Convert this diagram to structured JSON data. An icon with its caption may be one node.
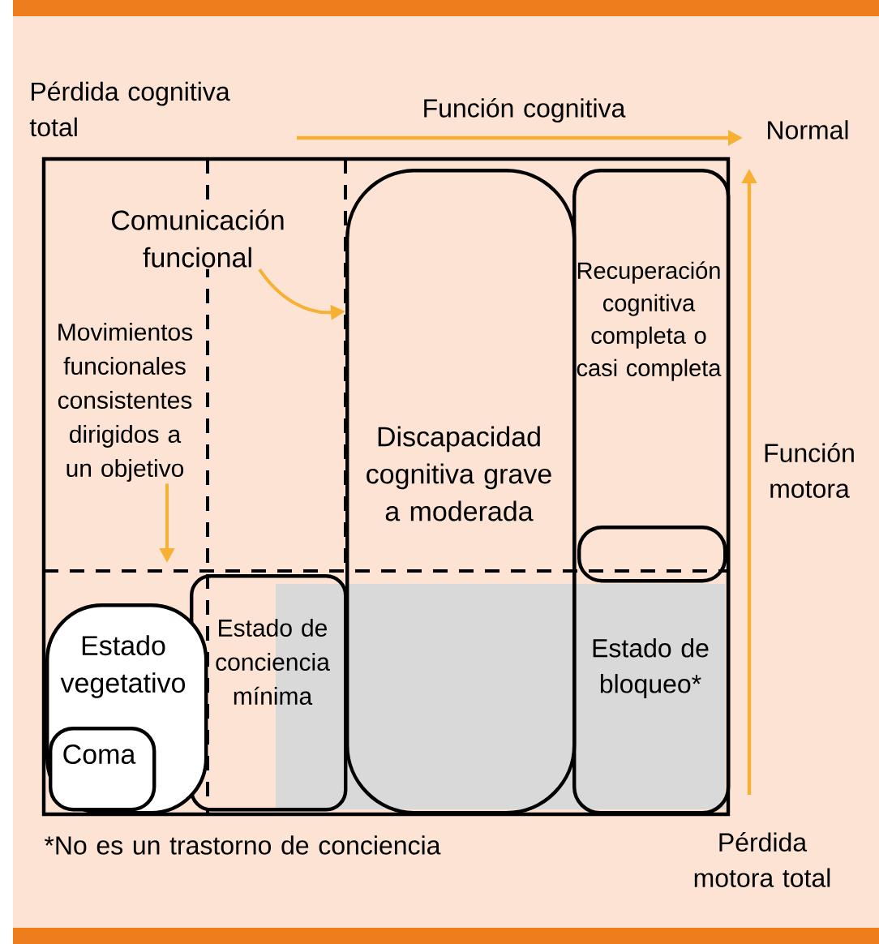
{
  "diagram": {
    "nodes": [
      {
        "text": [
          "Comunicación funcional"
        ]
      },
      {
        "text": [
          "Movimientos funcionales consistentes dirigidos a un objetivo"
        ]
      },
      {
        "text": [
          "Discapacidad cognitiva grave a moderada"
        ]
      },
      {
        "text": [
          "Recuperación cognitiva completa o casi completa"
        ]
      },
      {
        "text": [],
        "shape": "box",
        "in": 3
      },
      {
        "text": [
          "Estado de conciencia mínima"
        ]
      },
      {
        "text": [
          "Estado vegetativo"
        ]
      },
      {
        "text": [
          "Coma"
        ],
        "in": 6
      }
    ],
    "edges": [
      {
        "from": 0,
        "to": 2,
        "arrow": "to",
        "color": "#f6b033"
      },
      {
        "from": 1,
        "to": null,
        "arrow": "to",
        "color": "#f6b033"
      }
    ],
    "labels": [
      "Pérdida cognitiva total",
      "Función cognitiva",
      "Normal",
      "Función motora",
      "Estado de bloqueo*",
      "*No es un trastorno de conciencia",
      "Pérdida motora total"
    ]
  }
}
